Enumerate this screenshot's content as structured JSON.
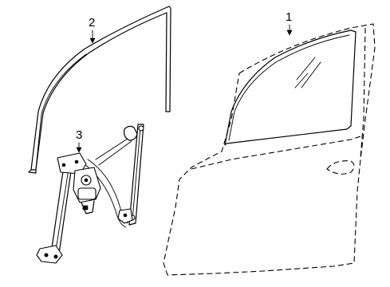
{
  "diagram": {
    "callouts": [
      {
        "id": "glass",
        "label": "1"
      },
      {
        "id": "run-channel",
        "label": "2"
      },
      {
        "id": "regulator",
        "label": "3"
      }
    ],
    "icons": [
      "door-outline",
      "door-glass",
      "glass-run-channel",
      "window-regulator-assembly",
      "regulator-motor"
    ]
  }
}
